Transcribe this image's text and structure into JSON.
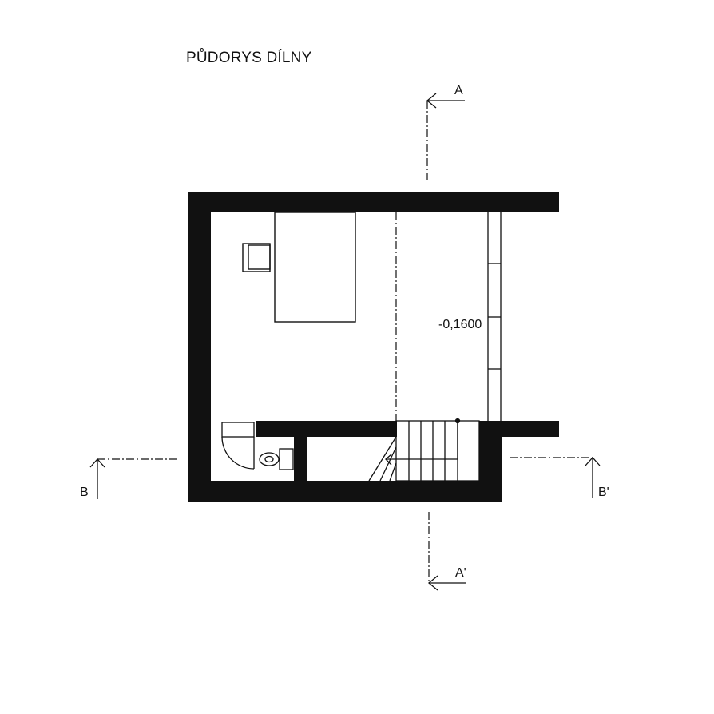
{
  "title": "PŮDORYS DÍLNY",
  "level_label": "-0,1600",
  "section_markers": {
    "a_top": "A",
    "a_bottom": "A'",
    "b_left": "B",
    "b_right": "B'"
  },
  "colors": {
    "wall": "#111111",
    "line": "#111111",
    "background": "#ffffff"
  }
}
